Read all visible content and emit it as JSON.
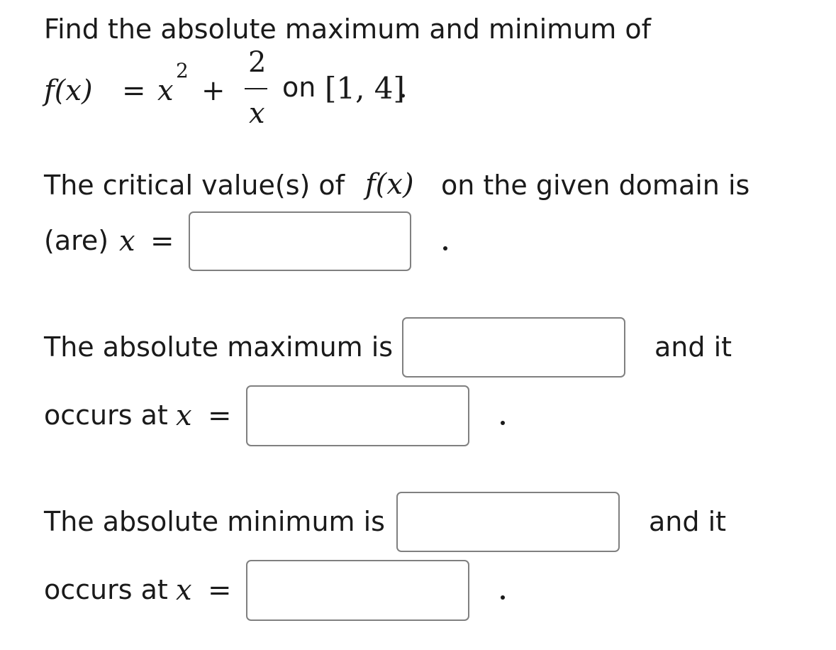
{
  "problem": {
    "intro": "Find the absolute maximum and minimum of",
    "function_lhs": "f(x)",
    "equals": "=",
    "term1_base": "x",
    "term1_exp": "2",
    "plus": "+",
    "frac_num": "2",
    "frac_den": "x",
    "on_word": "on",
    "interval": "[1, 4]",
    "period": "."
  },
  "critical": {
    "line1_pre": "The critical value(s) of",
    "line1_fx": "f(x)",
    "line1_post": "on the given domain is",
    "line2_pre": "(are)",
    "var": "x",
    "equals": "=",
    "value": "",
    "placeholder": ""
  },
  "maximum": {
    "label": "The absolute maximum is",
    "value": "",
    "and_it": "and it",
    "occurs_at": "occurs at",
    "var": "x",
    "equals": "=",
    "x_value": ""
  },
  "minimum": {
    "label": "The absolute minimum is",
    "value": "",
    "and_it": "and it",
    "occurs_at": "occurs at",
    "var": "x",
    "equals": "=",
    "x_value": ""
  }
}
